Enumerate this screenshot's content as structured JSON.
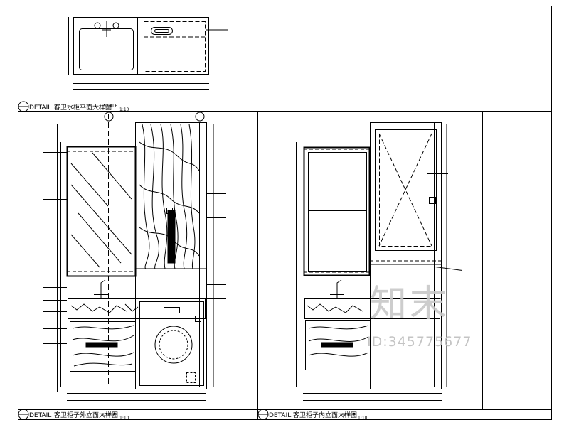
{
  "title_blocks": [
    {
      "label": "DETAIL",
      "title": "客卫水柜平面大样图",
      "scale_label": "SCALE",
      "scale": "1:10"
    },
    {
      "label": "DETAIL",
      "title": "客卫柜子外立面大样图",
      "scale_label": "SCALE",
      "scale": "1:10"
    },
    {
      "label": "DETAIL",
      "title": "客卫柜子内立面大样图",
      "scale_label": "SCALE",
      "scale": "1:10"
    }
  ],
  "watermark": {
    "logo": "知末",
    "id": "ID:345775677"
  }
}
